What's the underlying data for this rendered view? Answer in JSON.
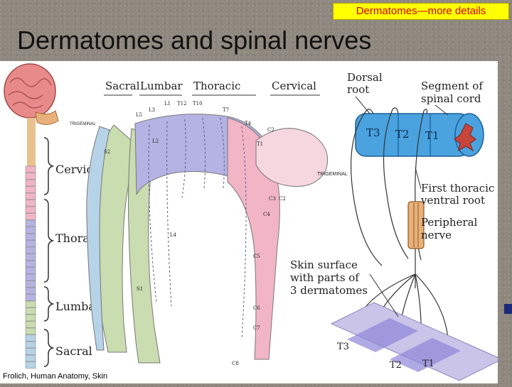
{
  "slide": {
    "tag": "Dermatomes—more details",
    "title": "Dermatomes and spinal nerves",
    "credit": "Frolich, Human Anatomy, Skin"
  },
  "figure": {
    "regions_header": [
      "Sacral",
      "Lumbar",
      "Thoracic",
      "Cervical"
    ],
    "spine_regions": [
      "Cervical",
      "Thoracic",
      "Lumbar",
      "Sacral"
    ],
    "trigeminal": "TRIGEMINAL",
    "nerve_labels": [
      "L1",
      "T12",
      "T10",
      "L3",
      "L5",
      "T7",
      "T4",
      "C2",
      "L2",
      "T1",
      "S2",
      "C3",
      "C2",
      "C4",
      "L4",
      "C5",
      "S1",
      "C6",
      "C7",
      "C8"
    ],
    "detail": {
      "dorsal_root": [
        "Dorsal",
        "root"
      ],
      "segment": [
        "Segment of",
        "spinal cord"
      ],
      "cord_segments": [
        "T3",
        "T2",
        "T1"
      ],
      "first_thoracic": [
        "First thoracic",
        "ventral root"
      ],
      "peripheral": [
        "Peripheral",
        "nerve"
      ],
      "skin": [
        "Skin surface",
        "with parts of",
        "3 dermatomes"
      ],
      "dermatome_labels": [
        "T3",
        "T2",
        "T1"
      ]
    }
  },
  "colors": {
    "sacral": "#b7d3e8",
    "lumbar": "#c9ddb0",
    "thoracic": "#b4b3e3",
    "cervical": "#f2b5c6",
    "cord": "#4aa3df",
    "tag_bg": "#ffff00",
    "tag_text": "#d00000"
  }
}
